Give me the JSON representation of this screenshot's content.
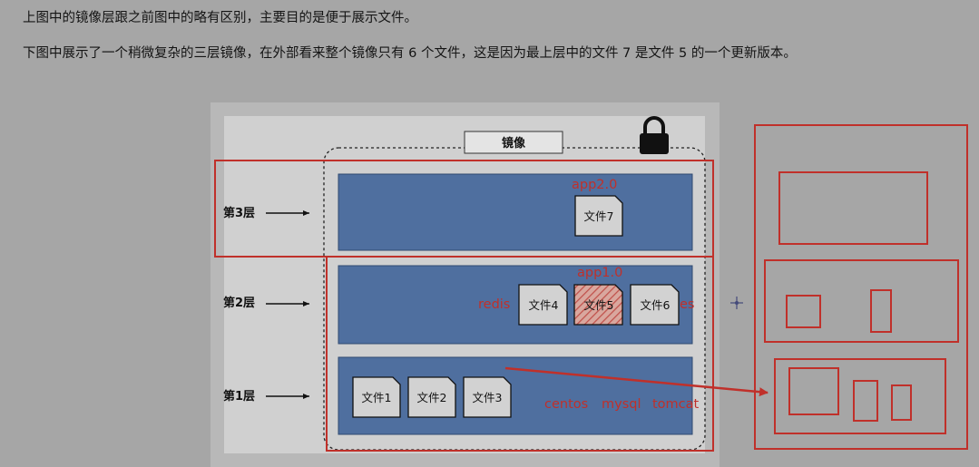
{
  "text": {
    "para1": "上图中的镜像层跟之前图中的略有区别，主要目的是便于展示文件。",
    "para2": "下图中展示了一个稍微复杂的三层镜像，在外部看来整个镜像只有 6 个文件，这是因为最上层中的文件 7 是文件 5 的一个更新版本。"
  },
  "diagram": {
    "image_label": "镜像",
    "layers": {
      "layer3": "第3层",
      "layer2": "第2层",
      "layer1": "第1层"
    },
    "files": {
      "f1": "文件1",
      "f2": "文件2",
      "f3": "文件3",
      "f4": "文件4",
      "f5": "文件5",
      "f6": "文件6",
      "f7": "文件7"
    },
    "annotations": {
      "app2": "app2.0",
      "app1": "app1.0",
      "redis": "redis",
      "es": "es",
      "centos": "centos",
      "mysql": "mysql",
      "tomcat": "tomcat"
    },
    "colors": {
      "background": "#a6a6a6",
      "panel": "#d0d0d0",
      "layer_fill": "#4f6f9f",
      "annotation_red": "#c0302a",
      "file_fill": "#d2d2d2",
      "hatch": "#c87870"
    }
  }
}
